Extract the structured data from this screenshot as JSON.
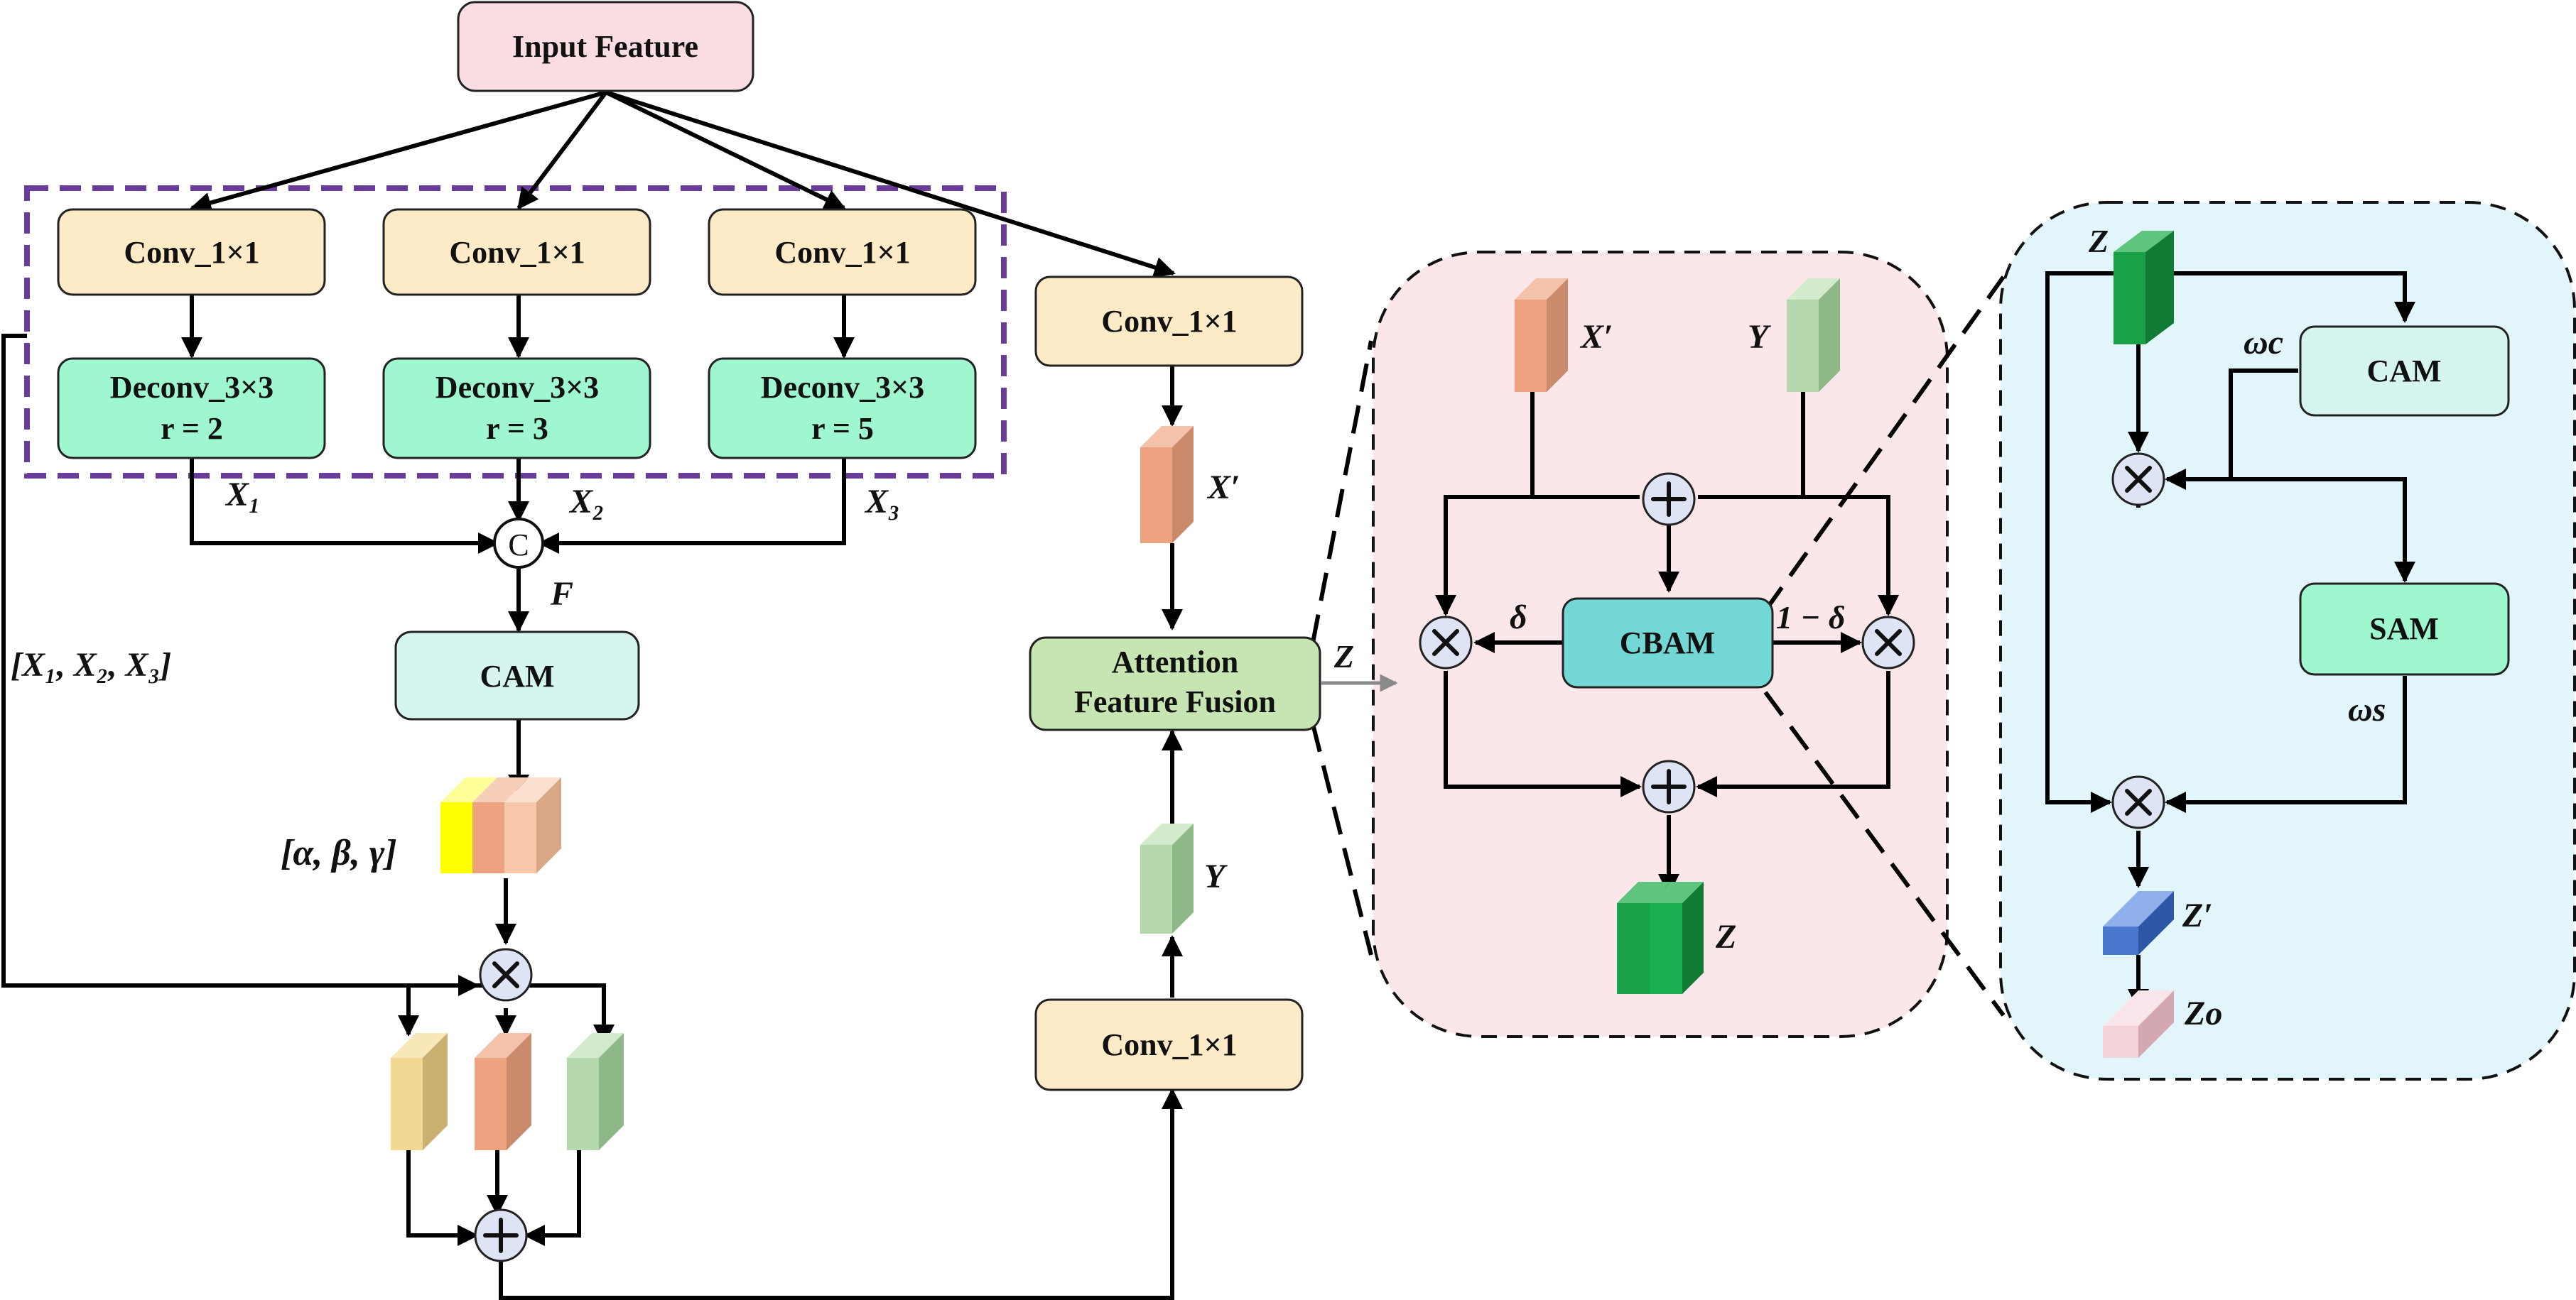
{
  "labels": {
    "input": "Input Feature",
    "conv1": "Conv_1×1",
    "conv2": "Conv_1×1",
    "conv3": "Conv_1×1",
    "conv4": "Conv_1×1",
    "conv5": "Conv_1×1",
    "deconv1_a": "Deconv_3×3",
    "deconv1_b": "r = 2",
    "deconv2_a": "Deconv_3×3",
    "deconv2_b": "r = 3",
    "deconv3_a": "Deconv_3×3",
    "deconv3_b": "r = 5",
    "concat": "C",
    "cam1": "CAM",
    "aff_a": "Attention",
    "aff_b": "Feature Fusion",
    "cbam": "CBAM",
    "cam2": "CAM",
    "sam": "SAM"
  },
  "math": {
    "x1": "X₁",
    "x2": "X₂",
    "x3": "X₃",
    "f": "F",
    "xlist": "[X₁, X₂, X₃]",
    "abg": "[α, β, γ]",
    "xprime1": "X′",
    "y1": "Y",
    "z1": "Z",
    "xprime2": "X′",
    "y2": "Y",
    "delta": "δ",
    "one_minus_delta": "1 − δ",
    "z2": "Z",
    "z3": "Z",
    "wc": "ωc",
    "ws": "ωs",
    "zprime": "Z′",
    "zo": "Zo"
  },
  "colors": {
    "input_fill": "#fadde3",
    "conv_fill": "#fdebc7",
    "deconv_fill": "#9ff7cf",
    "cam_fill": "#d7f5ef",
    "aff_fill": "#c6e5b3",
    "cbam_fill": "#73d8d5",
    "sam_fill": "#9ff7cf",
    "pink_panel": "#fbe6e9",
    "blue_panel": "#e2f5fb",
    "dashed_purple": "#6a3d9a",
    "feat_orange": "#eea380",
    "feat_green_light": "#b5d8ae",
    "feat_yellow": "#f2d893",
    "feat_green": "#1aa148",
    "feat_blue": "#4a78cf",
    "feat_pink": "#f4d3d8",
    "weight_yellow": "#ffff00"
  }
}
